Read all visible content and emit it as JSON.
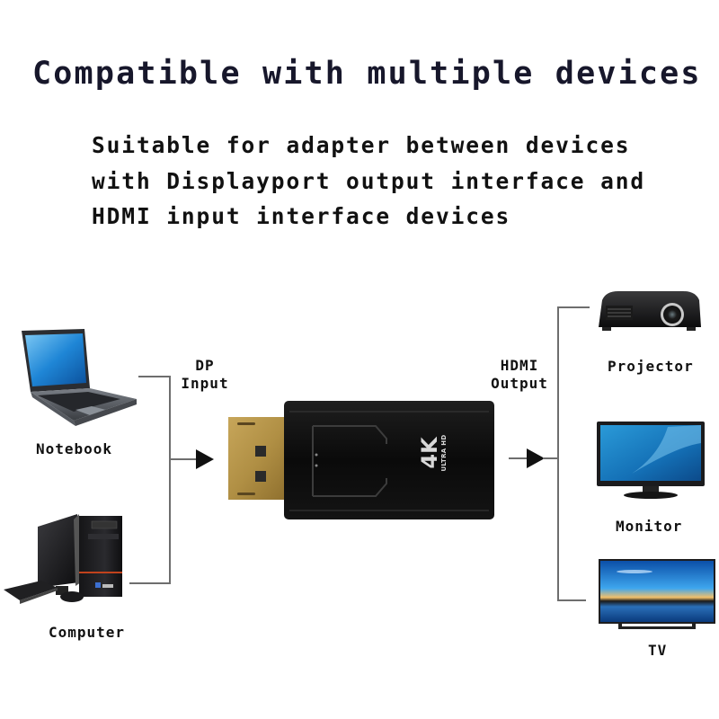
{
  "title": "Compatible with multiple devices",
  "description": {
    "lines": [
      "Suitable for adapter between devices",
      "with Displayport output interface and",
      "HDMI input interface devices"
    ]
  },
  "input_side": {
    "label_line1": "DP",
    "label_line2": "Input",
    "devices": [
      {
        "name": "Notebook",
        "icon": "laptop-icon"
      },
      {
        "name": "Computer",
        "icon": "desktop-computer-icon"
      }
    ]
  },
  "adapter": {
    "badge_main": "4K",
    "badge_sub": "ULTRA HD",
    "colors": {
      "body": "#0d0d0d",
      "plug": "#b8994c"
    }
  },
  "output_side": {
    "label_line1": "HDMI",
    "label_line2": "Output",
    "devices": [
      {
        "name": "Projector",
        "icon": "projector-icon"
      },
      {
        "name": "Monitor",
        "icon": "monitor-icon"
      },
      {
        "name": "TV",
        "icon": "tv-icon"
      }
    ]
  },
  "colors": {
    "text": "#17172b",
    "connector_line": "#6e6e6e",
    "arrow": "#111111",
    "screen_blue": "#1e88d8"
  }
}
